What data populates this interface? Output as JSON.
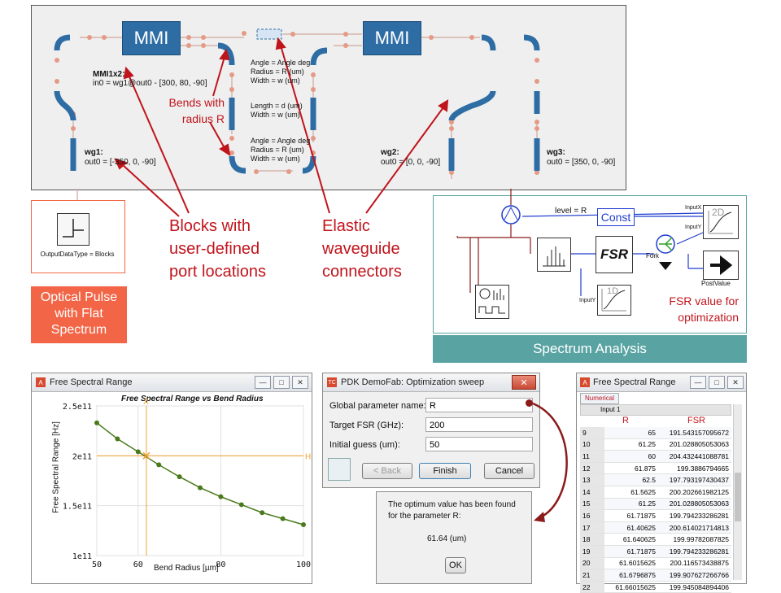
{
  "schematic": {
    "mmi_label": "MMI",
    "mmi1x2_title": "MMI1x2:",
    "mmi1x2_port": "in0 = wg1@out0 - [300, 80, -90]",
    "wg1_title": "wg1:",
    "wg1_port": "out0 = [-350, 0, -90]",
    "wg2_title": "wg2:",
    "wg2_port": "out0 = [0, 0, -90]",
    "wg3_title": "wg3:",
    "wg3_port": "out0 = [350, 0, -90]",
    "bend_top": [
      "Angle = Angle deg",
      "Radius = R (um)",
      "Width = w (um)"
    ],
    "straight": [
      "Length = d (um)",
      "Width = w (um)"
    ],
    "bend_bottom": [
      "Angle = Angle deg",
      "Radius = R (um)",
      "Width = w (um)"
    ]
  },
  "callouts": {
    "bends": [
      "Bends with",
      "radius R"
    ],
    "blocks": [
      "Blocks with",
      "user-defined",
      "port locations"
    ],
    "elastic": [
      "Elastic",
      "waveguide",
      "connectors"
    ],
    "fsr_opt": [
      "FSR value for",
      "optimization"
    ]
  },
  "source_block": {
    "label": "OutputDataType = Blocks",
    "banner": [
      "Optical Pulse",
      "with Flat",
      "Spectrum"
    ]
  },
  "spectrum": {
    "level_label": "level = R",
    "const_label": "Const",
    "fsr_label": "FSR",
    "fork_label": "Fork",
    "postvalue_label": "PostValue",
    "inputx": "InputX",
    "inputy": "InputY",
    "inputy2": "InputY",
    "two_d": "2D",
    "one_d": "1D",
    "banner": "Spectrum Analysis"
  },
  "plot_window": {
    "title": "Free Spectral Range",
    "chart_title": "Free Spectral Range vs Bend Radius",
    "marker_x": "X",
    "marker_h": "H"
  },
  "chart_data": {
    "type": "line",
    "title": "Free Spectral Range vs Bend Radius",
    "xlabel": "Bend Radius [µm]",
    "ylabel": "Free Spectral Range [Hz]",
    "xlim": [
      50,
      100
    ],
    "ylim": [
      100000000000.0,
      250000000000.0
    ],
    "xticks": [
      50,
      60,
      80,
      100
    ],
    "xtick_labels": [
      "50",
      "60",
      "80",
      "100"
    ],
    "yticks": [
      100000000000.0,
      150000000000.0,
      200000000000.0,
      250000000000.0
    ],
    "ytick_labels": [
      "1e11",
      "1.5e11",
      "2e11",
      "2.5e11"
    ],
    "x": [
      50,
      55,
      60,
      65,
      70,
      75,
      80,
      85,
      90,
      95,
      100
    ],
    "y": [
      233000000000.0,
      217000000000.0,
      204000000000.0,
      191000000000.0,
      179000000000.0,
      168000000000.0,
      159000000000.0,
      151000000000.0,
      143000000000.0,
      137000000000.0,
      131000000000.0
    ],
    "cursor_x": 62,
    "cursor_y": 200000000000.0,
    "line_color": "#4a7a1c",
    "cursor_color": "#f0a030",
    "grid": true
  },
  "dialog": {
    "title": "PDK DemoFab: Optimization sweep",
    "fields": [
      {
        "label": "Global parameter name:",
        "value": "R"
      },
      {
        "label": "Target FSR (GHz):",
        "value": "200"
      },
      {
        "label": "Initial guess (um):",
        "value": "50"
      }
    ],
    "back": "< Back",
    "finish": "Finish",
    "cancel": "Cancel"
  },
  "result": {
    "line1": "The optimum value has been found",
    "line2": "for the parameter R:",
    "value": "61.64 (um)",
    "ok": "OK"
  },
  "table_window": {
    "title": "Free Spectral Range",
    "tab": "Numerical",
    "input": "Input 1",
    "col_r": "R",
    "col_fsr": "FSR",
    "rows": [
      [
        "9",
        "65",
        "191.543157095672"
      ],
      [
        "10",
        "61.25",
        "201.028805053063"
      ],
      [
        "11",
        "60",
        "204.432441088781"
      ],
      [
        "12",
        "61.875",
        "199.3886794665"
      ],
      [
        "13",
        "62.5",
        "197.793197430437"
      ],
      [
        "14",
        "61.5625",
        "200.202661982125"
      ],
      [
        "15",
        "61.25",
        "201.028805053063"
      ],
      [
        "16",
        "61.71875",
        "199.794233286281"
      ],
      [
        "17",
        "61.40625",
        "200.614021714813"
      ],
      [
        "18",
        "61.640625",
        "199.99782087825"
      ],
      [
        "19",
        "61.71875",
        "199.794233286281"
      ],
      [
        "20",
        "61.6015625",
        "200.116573438875"
      ],
      [
        "21",
        "61.6796875",
        "199.907627266766"
      ],
      [
        "22",
        "61.66015625",
        "199.945084894406"
      ]
    ]
  },
  "colors": {
    "waveguide": "#2e6da4",
    "connector_dot": "#e59a86",
    "annotation_red": "#c0141c",
    "orange_banner": "#f26546",
    "teal_banner": "#5aa3a3"
  }
}
